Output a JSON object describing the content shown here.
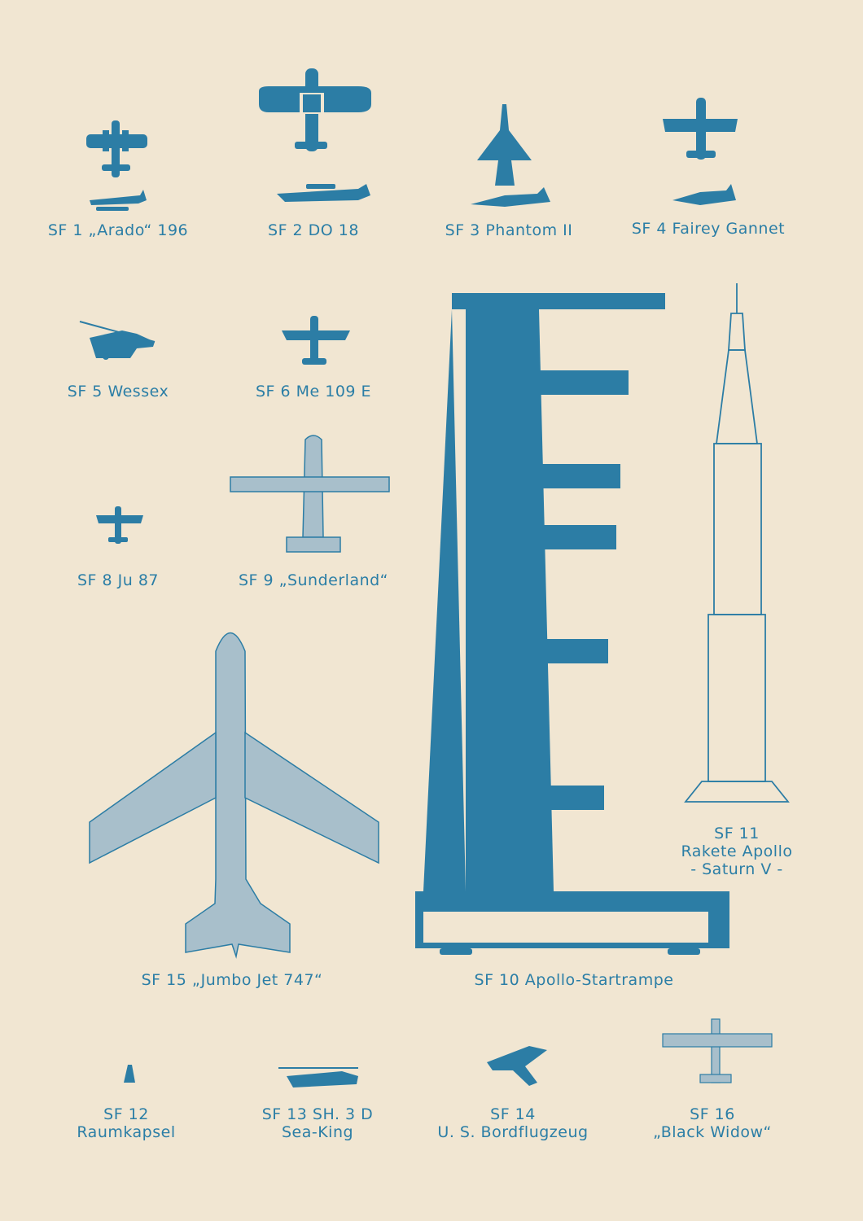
{
  "items": {
    "sf1": {
      "label": "SF 1 „Arado“ 196"
    },
    "sf2": {
      "label": "SF 2 DO 18"
    },
    "sf3": {
      "label": "SF 3 Phantom II"
    },
    "sf4": {
      "label": "SF 4 Fairey Gannet"
    },
    "sf5": {
      "label": "SF 5 Wessex"
    },
    "sf6": {
      "label": "SF 6 Me 109 E"
    },
    "sf8": {
      "label": "SF 8 Ju 87"
    },
    "sf9": {
      "label": "SF 9 „Sunderland“"
    },
    "sf10": {
      "label": "SF 10 Apollo-Startrampe"
    },
    "sf11": {
      "line1": "SF 11",
      "line2": "Rakete Apollo",
      "line3": "- Saturn V -"
    },
    "sf12": {
      "line1": "SF 12",
      "line2": "Raumkapsel"
    },
    "sf13": {
      "line1": "SF 13 SH. 3 D",
      "line2": "Sea-King"
    },
    "sf14": {
      "line1": "SF 14",
      "line2": "U. S. Bordflugzeug"
    },
    "sf15": {
      "label": "SF 15 „Jumbo Jet 747“"
    },
    "sf16": {
      "line1": "SF 16",
      "line2": "„Black Widow“"
    }
  },
  "colors": {
    "paper": "#f1e6d2",
    "ink": "#2c7da5",
    "light_ink": "#a8bfcb"
  }
}
